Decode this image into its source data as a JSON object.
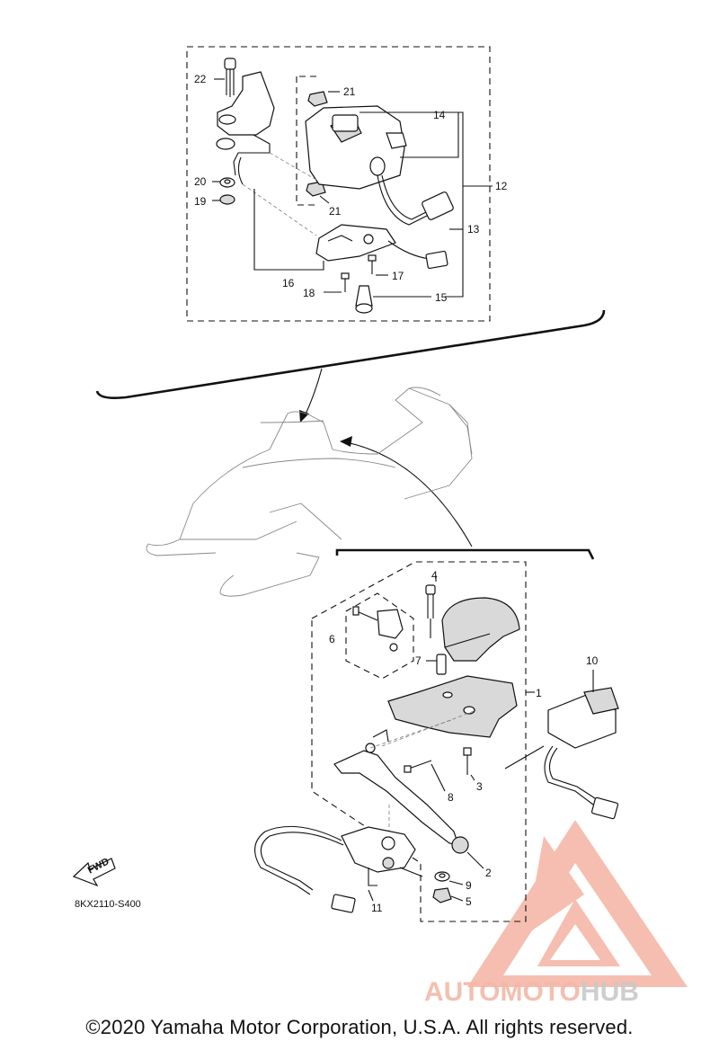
{
  "diagram": {
    "callouts_top": [
      "22",
      "21",
      "14",
      "12",
      "20",
      "19",
      "21",
      "13",
      "16",
      "17",
      "18",
      "15"
    ],
    "callouts_bottom": [
      "4",
      "6",
      "7",
      "1",
      "10",
      "3",
      "8",
      "2",
      "9",
      "5",
      "11"
    ],
    "drawing_code": "8KX2110-S400",
    "fwd_label": "FWD"
  },
  "watermark": {
    "brand_part1": "AUTOMOTO",
    "brand_part2": "HUB",
    "color_primary": "#f2a99a",
    "color_text1": "#f5b8a6",
    "color_text2": "#c9c9c9"
  },
  "footer": {
    "copyright": "©2020 Yamaha Motor Corporation, U.S.A. All rights reserved."
  }
}
